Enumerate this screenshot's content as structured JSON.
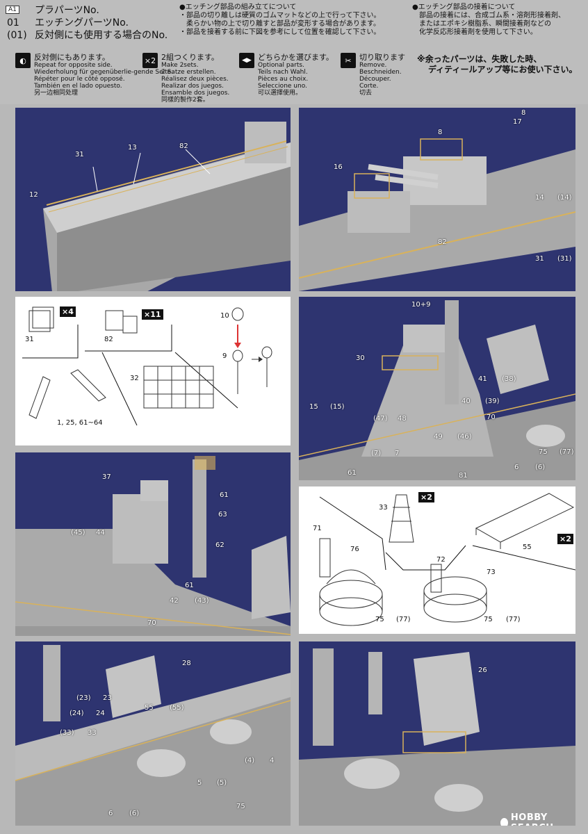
{
  "header": {
    "a1": "A1",
    "legend": [
      {
        "code": "",
        "text": "プラパーツNo."
      },
      {
        "code": "01",
        "text": "エッチングパーツNo."
      },
      {
        "code": "(01)",
        "text": "反対側にも使用する場合のNo."
      }
    ],
    "notes_left": [
      "●エッチング部品の組み立てについて",
      "・部品の切り離しは硬質のゴムマットなどの上で行って下さい。",
      "　柔らかい物の上で切り離すと部品が変形する場合があります。",
      "・部品を接着する前に下図を参考にして位置を確認して下さい。"
    ],
    "notes_right": [
      "●エッチング部品の接着について",
      "　部品の接着には、合成ゴム系・溶剤形接着剤、",
      "　またはエポキシ樹脂系、瞬間接着剤などの",
      "　化学反応形接着剤を使用して下さい。"
    ]
  },
  "symbols": [
    {
      "icon": "opposite-side-icon",
      "glyph": "◐",
      "ja": "反対側にもあります。",
      "lines": [
        "Repeat for opposite side.",
        "Wiederholung für gegenüberlie-gende Seite.",
        "Répéter pour le côté opposé.",
        "También en el lado opuesto.",
        "另一边相同处理"
      ]
    },
    {
      "icon": "make-two-icon",
      "glyph": "×2",
      "ja": "2組つくります。",
      "lines": [
        "Make 2sets.",
        "2 Satze erstellen.",
        "Réalisez deux pièces.",
        "Realizar dos juegos.",
        "Ensamble dos juegos.",
        "同樣的製作2套。"
      ]
    },
    {
      "icon": "choose-one-icon",
      "glyph": "◀▶",
      "ja": "どちらかを選びます。",
      "lines": [
        "Optional parts.",
        "Teils nach Wahl.",
        "Pièces au choix.",
        "Seleccione uno.",
        "可以選擇使用。"
      ]
    },
    {
      "icon": "cut-off-icon",
      "glyph": "✂",
      "ja": "切り取ります",
      "lines": [
        "Remove.",
        "Beschneiden.",
        "Découper.",
        "Corte.",
        "切去"
      ]
    }
  ],
  "spare_note": [
    "※余ったパーツは、失敗した時、",
    "ディティールアップ等にお使い下さい。"
  ],
  "panel1": {
    "labels": [
      "31",
      "13",
      "82",
      "12"
    ]
  },
  "panel2": {
    "labels": [
      "8",
      "8",
      "17",
      "16",
      "82",
      "14",
      "(14)",
      "31",
      "(31)"
    ]
  },
  "panel3": {
    "labels": [
      "31",
      "82",
      "32",
      "1, 25, 61~64",
      "10",
      "9"
    ],
    "mults": [
      "×4",
      "×11"
    ]
  },
  "panel4": {
    "labels": [
      "10+9",
      "30",
      "41",
      "(38)",
      "40",
      "(39)",
      "15",
      "(15)",
      "(47)",
      "48",
      "70",
      "49",
      "(46)",
      "(7)",
      "7",
      "61",
      "81",
      "6",
      "(6)",
      "75",
      "(77)"
    ]
  },
  "panel5": {
    "labels": [
      "37",
      "61",
      "63",
      "(45)",
      "44",
      "62",
      "61",
      "42",
      "(43)",
      "70"
    ]
  },
  "panel6": {
    "labels": [
      "33",
      "71",
      "76",
      "75",
      "(77)",
      "55",
      "72",
      "73",
      "75",
      "(77)"
    ],
    "mults": [
      "×2",
      "×2"
    ]
  },
  "panel7": {
    "labels": [
      "28",
      "(23)",
      "23",
      "(24)",
      "24",
      "55",
      "(55)",
      "(33)",
      "33",
      "(4)",
      "4",
      "5",
      "(5)",
      "75",
      "6",
      "(6)"
    ]
  },
  "panel8": {
    "labels": [
      "26"
    ]
  },
  "brand": {
    "logo": "HOBBY",
    "name": "HOBBY SEARCH"
  }
}
